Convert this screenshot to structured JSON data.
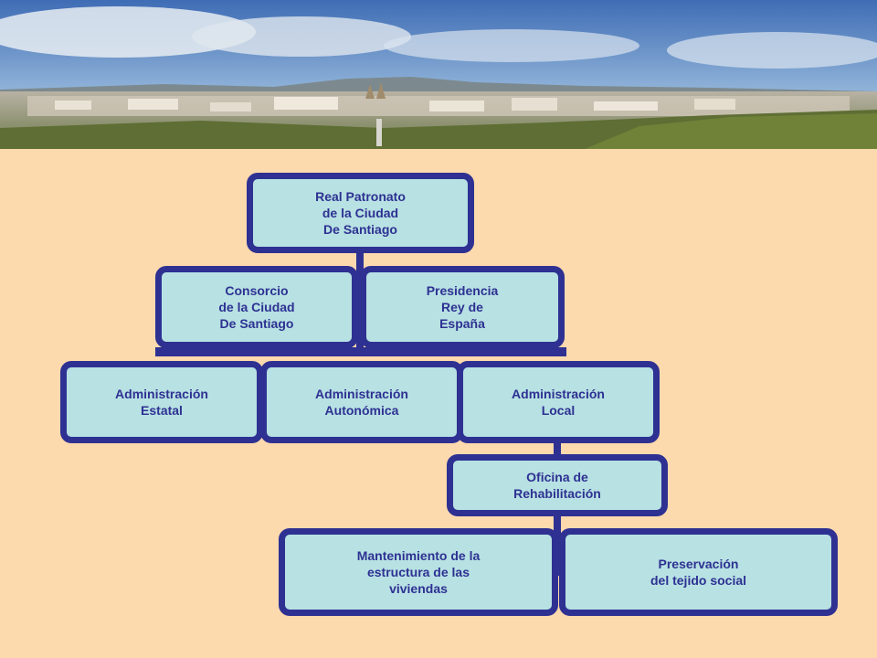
{
  "banner": {
    "alt_scene": "city-panorama"
  },
  "colors": {
    "background": "#fdd9ae",
    "box_fill": "#b7e1e3",
    "box_border": "#2e3192",
    "text": "#2e3192"
  },
  "org_chart": {
    "real_patronato": "Real Patronato\nde la Ciudad\nDe Santiago",
    "consorcio": "Consorcio\nde la Ciudad\nDe Santiago",
    "presidencia": "Presidencia\nRey de\nEspaña",
    "admin_estatal": "Administración\nEstatal",
    "admin_autonomica": "Administración\nAutonómica",
    "admin_local": "Administración\nLocal",
    "oficina": "Oficina de\nRehabilitación",
    "mantenimiento": "Mantenimiento de la\nestructura de las\nviviendas",
    "preservacion": "Preservación\ndel tejido social"
  }
}
